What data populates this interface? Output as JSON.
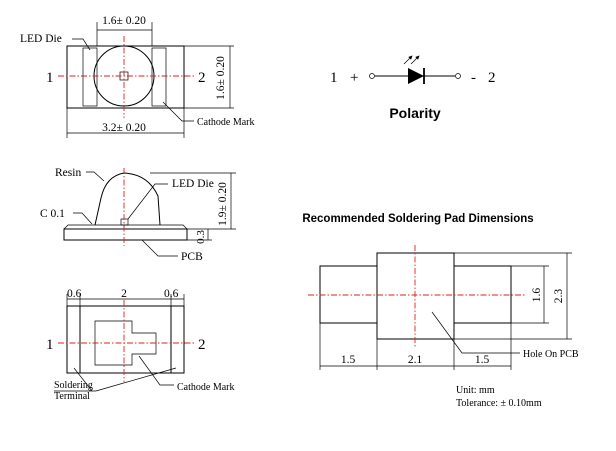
{
  "top_view": {
    "die_label": "LED Die",
    "width_dim": "1.6± 0.20",
    "height_dim": "1.6± 0.20",
    "length_dim": "3.2± 0.20",
    "pin1": "1",
    "pin2": "2",
    "cathode_label": "Cathode Mark"
  },
  "polarity": {
    "title": "Polarity",
    "pos_pin": "1",
    "pos_sign": "+",
    "neg_sign": "-",
    "neg_pin": "2"
  },
  "side_view": {
    "resin_label": "Resin",
    "die_label": "LED Die",
    "c_label": "C 0.1",
    "height_dim": "1.9± 0.20",
    "pcb_thick": "0.3",
    "pcb_label": "PCB"
  },
  "bottom_view": {
    "dim_left": "0.6",
    "dim_mid": "2",
    "dim_right": "0.6",
    "pin1": "1",
    "pin2": "2",
    "soldering_line1": "Soldering",
    "soldering_line2": "Terminal",
    "cathode_label": "Cathode Mark"
  },
  "pad": {
    "title": "Recommended Soldering Pad Dimensions",
    "dim_left": "1.5",
    "dim_mid": "2.1",
    "dim_right": "1.5",
    "dim_height_inner": "1.6",
    "dim_height_outer": "2.3",
    "hole_label": "Hole On PCB",
    "unit": "Unit: mm",
    "tolerance": "Tolerance: ± 0.10mm"
  },
  "colors": {
    "centerline": "#e0201c",
    "line": "#000000"
  }
}
